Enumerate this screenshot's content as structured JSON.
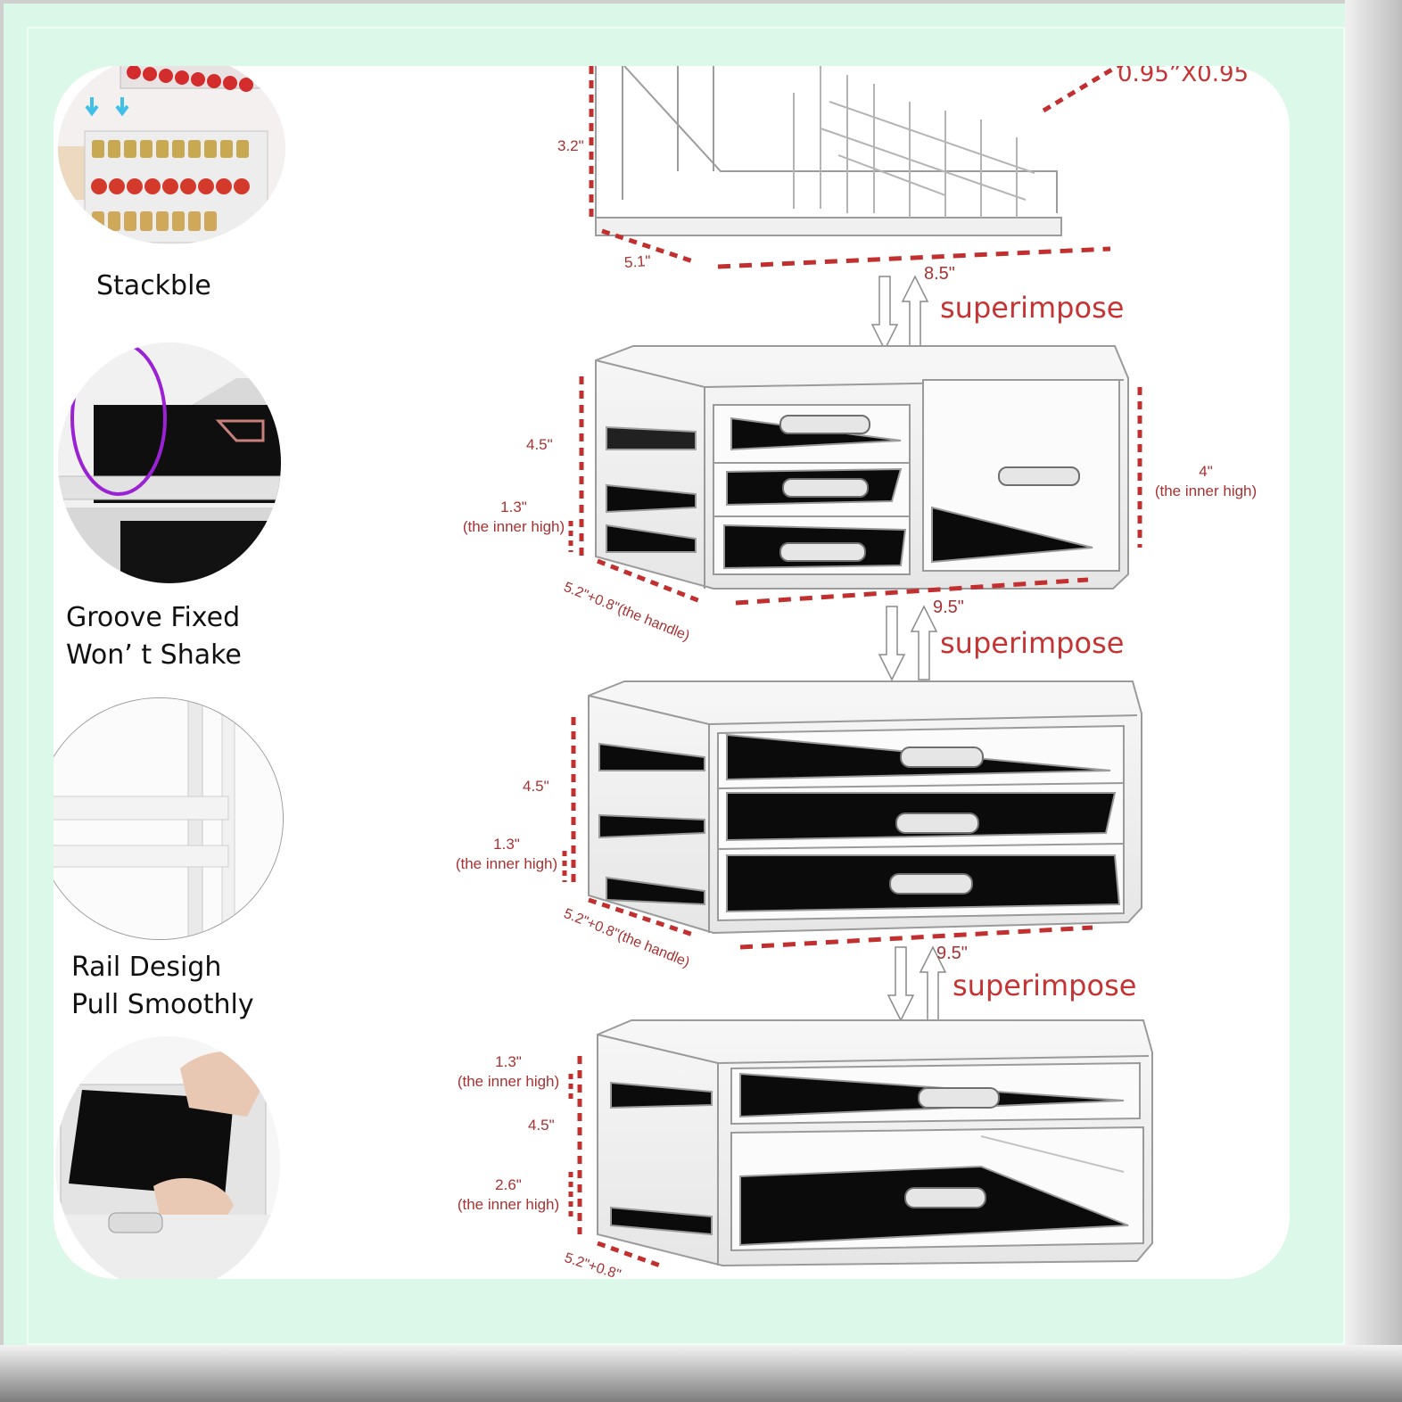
{
  "features": [
    {
      "id": "stackable",
      "lines": [
        "Stackble"
      ]
    },
    {
      "id": "groove",
      "lines": [
        "Groove Fixed",
        "Won’  t Shake"
      ]
    },
    {
      "id": "rail",
      "lines": [
        "Rail Desigh",
        "Pull Smoothly"
      ]
    }
  ],
  "labels": {
    "superimpose": "superimpose",
    "top_slot": "0.95”X0.95",
    "top_height": "3.2\"",
    "top_depth": "5.1\"",
    "top_width": "8.5\"",
    "unit_height": "4.5\"",
    "inner_13": "1.3\"",
    "inner_high": "(the inner high)",
    "inner_4": "4\"",
    "inner_26": "2.6\"",
    "depth_handle": "5.2\"+0.8\"(the handle)",
    "depth_handle_cut": "5.2\"+0.8\"",
    "width_95": "9.5\""
  },
  "colors": {
    "accent_red": "#c43434",
    "dim_red": "#a83232",
    "frame_green": "#daf7e8",
    "velvet": "#0b0b0b"
  }
}
